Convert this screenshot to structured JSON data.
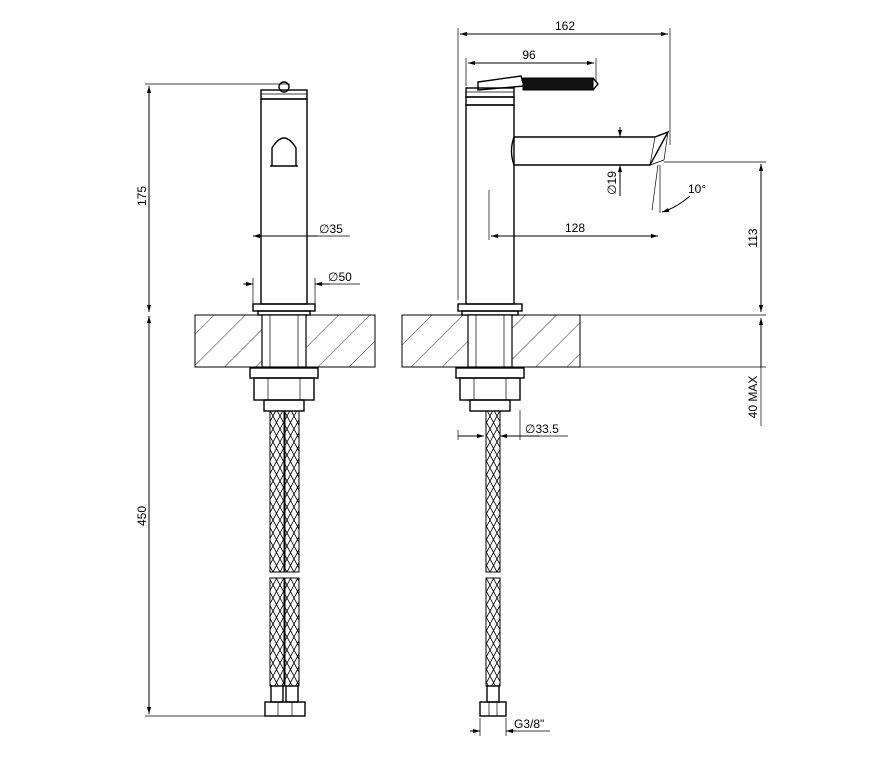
{
  "dimensions": {
    "height_above_deck": "175",
    "hose_length": "450",
    "body_diameter": "∅35",
    "base_diameter": "∅50",
    "overall_depth": "162",
    "handle_length": "96",
    "spout_diameter": "∅19",
    "spout_angle": "10°",
    "spout_reach": "128",
    "spout_height": "113",
    "deck_thickness_max": "40 MAX",
    "shank_diameter": "∅33.5",
    "connection_thread": "G3/8\""
  }
}
